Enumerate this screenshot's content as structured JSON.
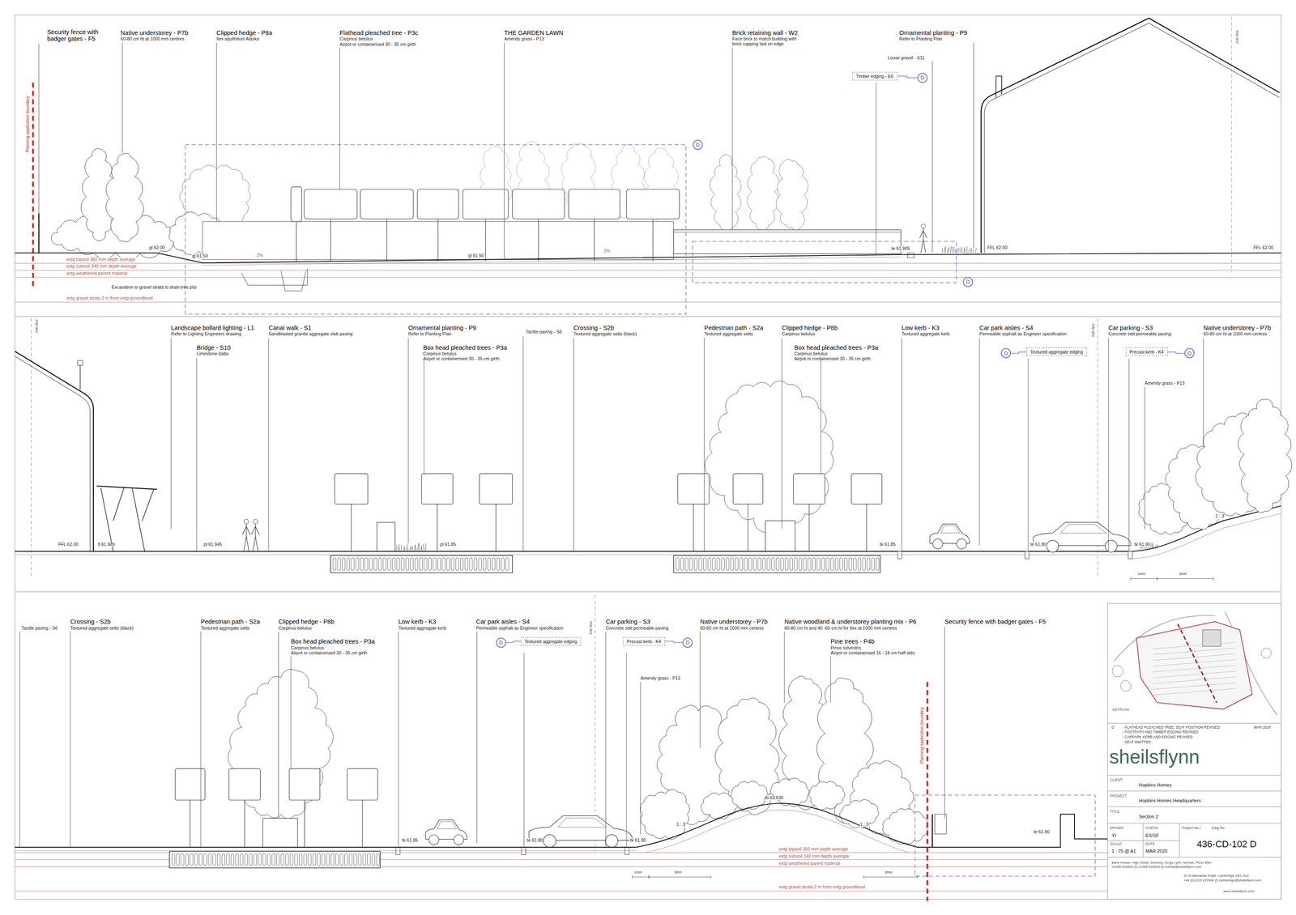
{
  "diagram": {
    "nodes": [
      {
        "text": [
          "Timber edging - E6"
        ]
      },
      {
        "text": [
          "D"
        ]
      },
      {
        "text": [
          "D"
        ]
      },
      {
        "text": [
          "D"
        ]
      },
      {
        "text": [
          "Textured aggregate edging"
        ]
      },
      {
        "text": [
          "D"
        ]
      },
      {
        "text": [
          "Precast kerb - K4"
        ]
      },
      {
        "text": [
          "D"
        ]
      },
      {
        "text": [
          "Textured aggregate edging"
        ]
      },
      {
        "text": [
          "D"
        ]
      },
      {
        "text": [
          "Precast kerb - K4"
        ]
      },
      {
        "text": [
          "D"
        ]
      }
    ],
    "edges": [
      {
        "from": 0,
        "to": 1,
        "arrow": "none"
      },
      {
        "from": 5,
        "to": 4,
        "arrow": "none"
      },
      {
        "from": 6,
        "to": 7,
        "arrow": "none"
      },
      {
        "from": 9,
        "to": 8,
        "arrow": "none"
      },
      {
        "from": 10,
        "to": 11,
        "arrow": "none"
      }
    ],
    "labels": [
      "Security fence with badger gates - F5",
      "Native understorey - P7b",
      "60-80 cm ht at 1000 mm centres",
      "Clipped hedge - P8a",
      "Ilex aquifolium Alaska",
      "Flathead pleached tree - P3c",
      "Carpinus betulus",
      "Airpot or containerised 30 - 35 cm girth",
      "THE GARDEN LAWN",
      "Amenity grass - P13",
      "Brick retaining wall - W2",
      "Face brick to match building with brick capping laid on edge",
      "Ornamental planting - P9",
      "Refer to Planting Plan",
      "Loose gravel - S11",
      "gl 62.00",
      "gl 61.50",
      "2%",
      "gl 61.50",
      "2%",
      "te 61.905",
      "FFL 62.00",
      "FFL 62.00",
      "extg topsoil 360 mm depth average",
      "extg subsoil 340 mm depth average",
      "extg weathered parent material",
      "Excavation to gravel strata to drain tree pits",
      "extg gravel strata 2 m from extg groundlevel",
      "Planning application boundary",
      "Join line",
      "Join line",
      "Landscape bollard lighting - L1",
      "Refer to Lighting Engineers drawing",
      "Bridge - S10",
      "Limestone slabs",
      "Canal walk - S1",
      "Sandblasted granite aggregate slab paving",
      "Ornamental planting - P9",
      "Refer to Planting Plan",
      "Box head pleached trees - P3a",
      "Carpinus betulus",
      "Airpot or containerised 30 - 35 cm girth",
      "Tactile paving - S6",
      "Crossing - S2b",
      "Textured aggregate setts (black)",
      "Pedestrian path - S2a",
      "Textured aggregate setts",
      "Clipped hedge - P8b",
      "Carpinus betulus",
      "Box head pleached trees - P3a",
      "Carpinus betulus",
      "Airpot or containerised 30 - 35 cm girth",
      "Low kerb - K3",
      "Textured aggregate kerb",
      "Car park aisles - S4",
      "Permeable asphalt as Engineer specification",
      "Join line",
      "Car parking - S3",
      "Concrete sett permeable paving",
      "Native understorey - P7b",
      "60-80 cm ht at 1000 mm centres",
      "Amenity grass - P13",
      "FFL 62.00",
      "tl 61.985",
      "pl 61.945",
      "pl 61.85",
      "tk 61.85",
      "te 61.80",
      "tk 61.90",
      "1 : 3",
      "1000",
      "3000",
      "Tactile paving - S6",
      "Crossing - S2b",
      "Textured aggregate setts (black)",
      "Pedestrian path - S2a",
      "Textured aggregate setts",
      "Clipped hedge - P8b",
      "Carpinus betulus",
      "Box head pleached trees - P3a",
      "Carpinus betulus",
      "Airpot or containerised 30 - 35 cm girth",
      "Low kerb - K3",
      "Textured aggregate kerb",
      "Car park aisles - S4",
      "Permeable asphalt as Engineer specification",
      "Join line",
      "Car parking - S3",
      "Concrete sett permeable paving",
      "Amenity grass - P13",
      "Native understorey - P7b",
      "60-80 cm ht at 1000 mm centres",
      "Native woodland & understorey planting mix - P6",
      "60-80 cm ht and 40 -60 cm ht for Ilex at 1000 mm centres",
      "Pine trees - P4b",
      "Pinus sylvestris",
      "Airpot or containerised 16 - 18 cm half stds",
      "Security fence with badger gates - F5",
      "Planning application boundary",
      "tk 61.85",
      "te 61.80",
      "tk 61.90",
      "tb 63.630",
      "1 : 3",
      "1 : 3",
      "te 61.90",
      "1000",
      "3000",
      "3000",
      "extg topsoil 360 mm depth average",
      "extg subsoil 340 mm depth average",
      "extg weathered parent material",
      "extg gravel strata 2 m from extg groundlevel",
      "KEYPLAN",
      "D",
      "- FLATHEAD PLEACHED TREE, SEAT POSITION REVISED",
      "- FOOTPATH AND TIMBER EDGING REVISED",
      "- CARPARK KERB AND EDGING REVISED",
      "- SEAT OMITTED",
      "MAR 2020",
      "sheilsflynn",
      "CLIENT",
      "Hopkins Homes",
      "PROJECT",
      "Hopkins Homes Headquarters",
      "TITLE",
      "Section 2",
      "DRAWN",
      "CHECK",
      "Project No./",
      "Dwg No.",
      "YI",
      "ES/SF",
      "436-CD-102 D",
      "SCALE",
      "DATE",
      "1 : 75 @ A1",
      "MAR 2020",
      "Bank House, High Street, Docking, Kings Lynn, Norfolk, PE31 8NH",
      "01485 518304 (t) 01485 518303 (f) norfolk@sheilsflynn.com",
      "32 St Barnabas Road, Cambridge CB1 2DZ",
      "+44 (0)1223 229994 (t) cambridge@sheilsflynn.com",
      "www.sheilsflynn.com"
    ]
  }
}
